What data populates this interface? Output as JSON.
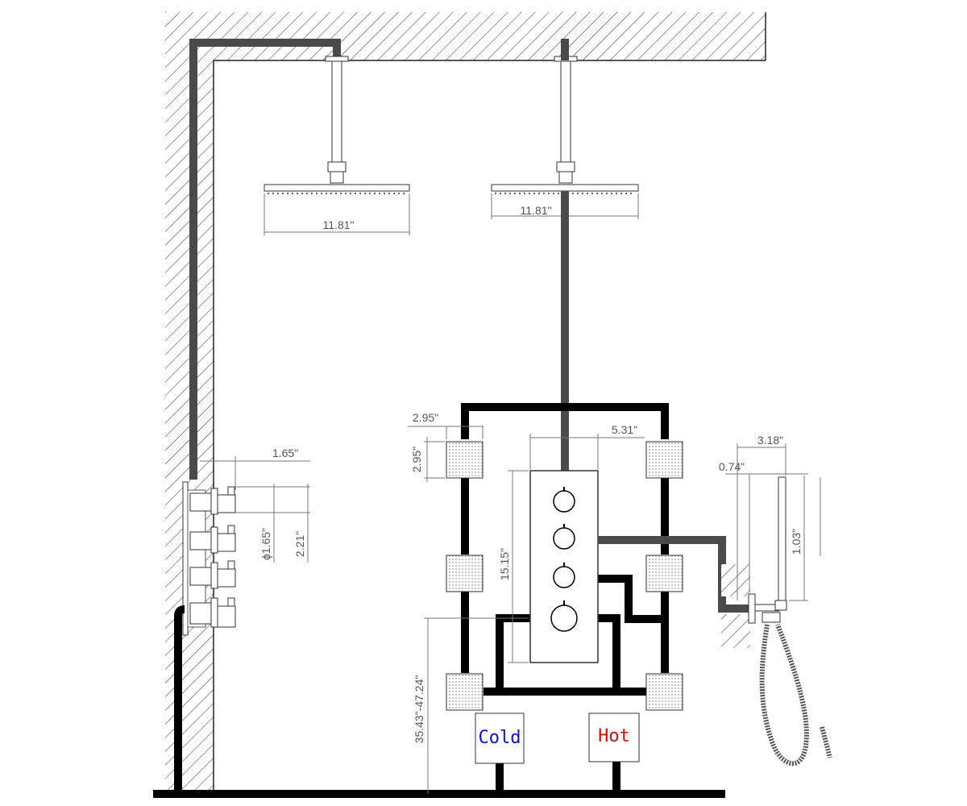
{
  "dimensions": {
    "head1_width": "11.81\"",
    "head2_width": "11.81\"",
    "jet_size_w": "2.95\"",
    "jet_size_h": "2.95\"",
    "panel_width": "5.31\"",
    "panel_height": "15.15\"",
    "mount_height": "35.43\"-47.24\"",
    "side_depth": "1.65\"",
    "side_diameter": "ϕ1.65\"",
    "side_spacing": "2.21\"",
    "handheld_width": "3.18\"",
    "handheld_offset": "0.74\"",
    "handheld_height": "1.03\""
  },
  "supply": {
    "cold_label": "Cold",
    "hot_label": "Hot"
  },
  "colors": {
    "cold": "#1010d0",
    "hot": "#d01010",
    "pipe_dark": "#000000",
    "pipe_gray": "#4a4a4a",
    "dimension": "#777777"
  }
}
